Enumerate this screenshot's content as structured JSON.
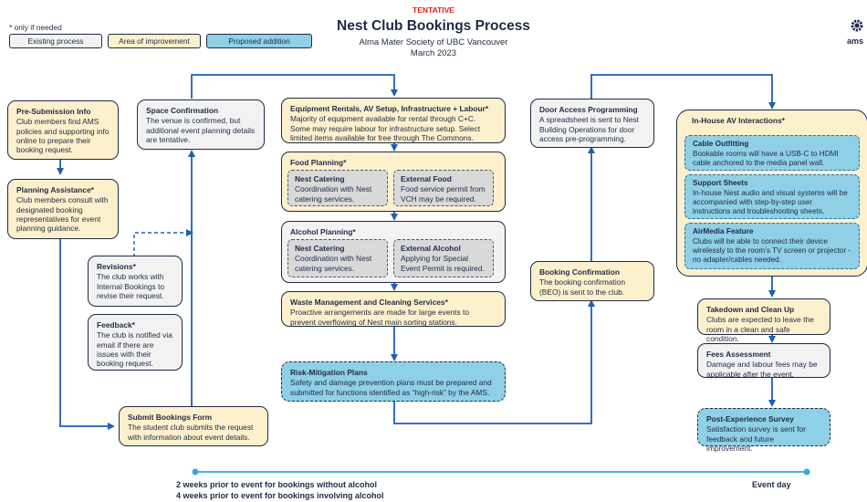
{
  "header": {
    "tag": "TENTATIVE",
    "title": "Nest Club Bookings Process",
    "subtitle": "Alma Mater Society of UBC Vancouver",
    "date": "March 2023",
    "logo_text": "ams",
    "tag_color": "#e0201b"
  },
  "legend": {
    "note": "* only if needed",
    "existing": "Existing process",
    "improvement": "Area of improvement",
    "proposed": "Proposed addition"
  },
  "colors": {
    "existing": "#f2f2f2",
    "improvement": "#fdf0cc",
    "proposed": "#8fd0e7",
    "arrow": "#1f5fae",
    "timeline": "#3aa7dd"
  },
  "left": {
    "presubmission": {
      "title": "Pre-Submission Info",
      "text": "Club members find AMS policies and supporting info online to prepare their booking request."
    },
    "planning": {
      "title": "Planning Assistance*",
      "text": "Club members consult with designated booking representatives for event planning guidance."
    },
    "revisions": {
      "title": "Revisions*",
      "text": "The club works with Internal Bookings to revise their request."
    },
    "feedback": {
      "title": "Feedback*",
      "text": "The club is notified via email if there are issues with their booking request."
    },
    "space": {
      "title": "Space Confirmation",
      "text": "The venue is confirmed, but additional event planning details are tentative."
    },
    "submit": {
      "title": "Submit Bookings Form",
      "text": "The student club submits the request with information about event details."
    }
  },
  "middle": {
    "equipment": {
      "title": "Equipment Rentals, AV Setup, Infrastructure + Labour*",
      "text": "Majority of equipment available for rental through C+C. Some may require labour for infrastructure setup. Select limited items available for free through The Commons."
    },
    "food": {
      "title": "Food Planning*",
      "nest": {
        "title": "Nest Catering",
        "text": "Coordination with Nest catering services."
      },
      "external": {
        "title": "External Food",
        "text": "Food service permit from VCH may be required."
      }
    },
    "alcohol": {
      "title": "Alcohol Planning*",
      "nest": {
        "title": "Nest Catering",
        "text": "Coordination with Nest catering services."
      },
      "external": {
        "title": "External Alcohol",
        "text": "Applying for Special Event Permit is required."
      }
    },
    "waste": {
      "title": "Waste Management and Cleaning Services*",
      "text": "Proactive arrangements are made for large events to prevent overflowing of Nest main sorting stations."
    },
    "risk": {
      "title": "Risk-Mitigation Plans",
      "text": "Safety and damage prevention plans must be prepared and submitted for functions identified as “high-risk” by the AMS."
    }
  },
  "access": {
    "door": {
      "title": "Door Access Programming",
      "text": "A spreadsheet is sent to Nest Building Operations for door access pre-programming."
    },
    "confirm": {
      "title": "Booking Confirmation",
      "text": "The booking confirmation (BEO) is sent to the club."
    }
  },
  "right": {
    "av": {
      "title": "In-House AV Interactions*",
      "cable": {
        "title": "Cable Outfitting",
        "text": "Bookable rooms will have a USB-C to HDMI cable anchored to the media panel wall."
      },
      "support": {
        "title": "Support Sheets",
        "text": "In-house Nest audio and visual systems will be accompanied with step-by-step user instructions and troubleshooting sheets."
      },
      "airmedia": {
        "title": "AirMedia Feature",
        "text": "Clubs will be able to connect their device wirelessly to the room’s TV screen or projector - no adapter/cables needed."
      }
    },
    "takedown": {
      "title": "Takedown and Clean Up",
      "text": "Clubs are expected to leave the room in a clean and safe condition."
    },
    "fees": {
      "title": "Fees Assessment",
      "text": "Damage and labour fees may be applicable after the event."
    },
    "survey": {
      "title": "Post-Experience Survey",
      "text": "Satisfaction survey is sent for feedback and future improvement."
    }
  },
  "timeline": {
    "line1": "2 weeks prior to event for bookings without alcohol",
    "line2": "4 weeks prior to event for bookings involving alcohol",
    "end": "Event day"
  }
}
